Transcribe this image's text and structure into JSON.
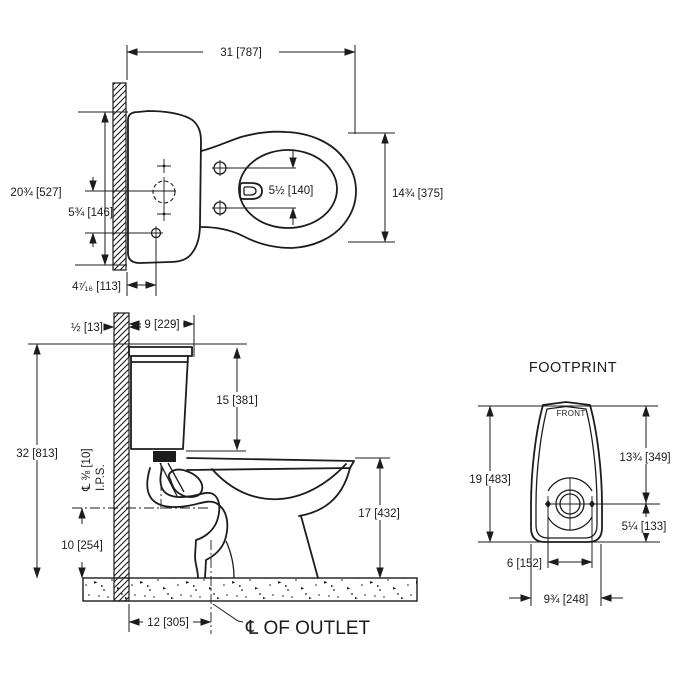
{
  "drawing": "toilet-rough-in-dimension-diagram",
  "colors": {
    "line": "#1c1c1c",
    "background": "#ffffff"
  },
  "plan": {
    "overall_depth": "31 [787]",
    "overall_width": "20¾ [527]",
    "supply_to_bolt": "5¾ [146]",
    "bolt_from_wall": "4⁷⁄₁₆ [113]",
    "hinge_spacing": "5½ [140]",
    "bowl_width": "14¾ [375]"
  },
  "side": {
    "wall_thickness": "½ [13]",
    "tank_depth": "9 [229]",
    "tank_top_to_seat": "15 [381]",
    "overall_height": "32 [813]",
    "supply_label_line1": "℄ ⅜ [10]",
    "supply_label_line2": "I.P.S.",
    "supply_height": "10 [254]",
    "rim_height": "17 [432]",
    "outlet_from_wall": "12 [305]",
    "outlet_centerline": "℄ OF OUTLET"
  },
  "footprint": {
    "title": "FOOTPRINT",
    "front": "FRONT",
    "length": "19 [483]",
    "front_to_outlet": "13¾ [349]",
    "outlet_to_back": "5¼ [133]",
    "bolt_spacing": "6 [152]",
    "width": "9¾ [248]"
  }
}
